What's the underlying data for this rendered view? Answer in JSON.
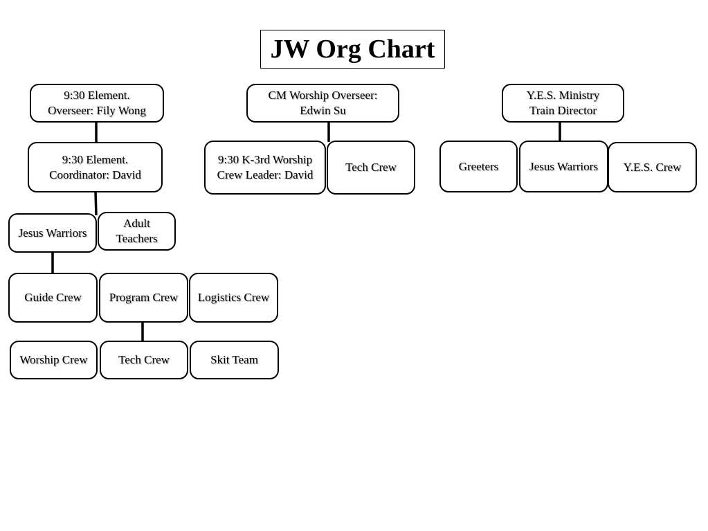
{
  "title": "JW Org Chart",
  "nodes": {
    "elem_overseer": [
      "9:30 Element.",
      "Overseer: Fily Wong"
    ],
    "elem_coordinator": [
      "9:30 Element.",
      "Coordinator: David"
    ],
    "jesus_warriors_left": [
      "Jesus Warriors"
    ],
    "adult_teachers": [
      "Adult",
      "Teachers"
    ],
    "guide_crew": [
      "Guide Crew"
    ],
    "program_crew": [
      "Program Crew"
    ],
    "logistics_crew": [
      "Logistics Crew"
    ],
    "worship_crew": [
      "Worship Crew"
    ],
    "tech_crew_bottom": [
      "Tech Crew"
    ],
    "skit_team": [
      "Skit Team"
    ],
    "cm_worship_overseer": [
      "CM Worship Overseer:",
      "Edwin Su"
    ],
    "k3_worship_leader": [
      "9:30 K-3rd Worship",
      "Crew Leader: David"
    ],
    "tech_crew_middle": [
      "Tech Crew"
    ],
    "yes_director": [
      "Y.E.S. Ministry",
      "Train Director"
    ],
    "greeters": [
      "Greeters"
    ],
    "jesus_warriors_right": [
      "Jesus Warriors"
    ],
    "yes_crew": [
      "Y.E.S. Crew"
    ]
  }
}
